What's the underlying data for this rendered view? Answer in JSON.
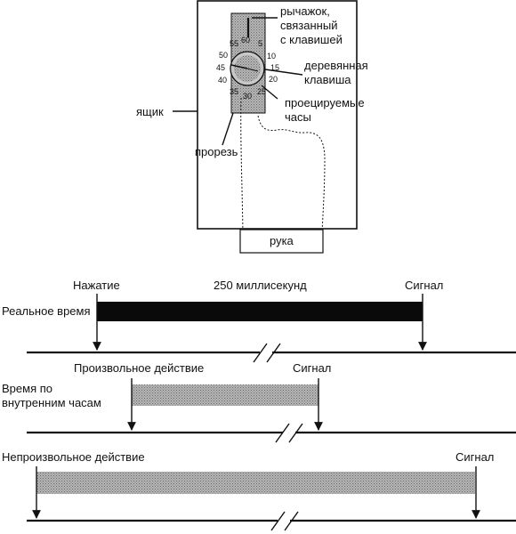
{
  "apparatus": {
    "box_label": "ящик",
    "lever_label_lines": [
      "рычажок,",
      "связанный",
      "с клавишей"
    ],
    "key_label_lines": [
      "деревянная",
      "клавиша"
    ],
    "clock_label_lines": [
      "проецируемые",
      "часы"
    ],
    "slot_label": "прорезь",
    "hand_label": "рука",
    "dial_numbers": [
      "60",
      "5",
      "10",
      "15",
      "20",
      "25",
      "30",
      "35",
      "40",
      "45",
      "50",
      "55"
    ]
  },
  "timelines": {
    "press_label": "Нажатие",
    "interval_label": "250 миллисекунд",
    "signal_label": "Сигнал",
    "real_time_label": "Реальное время",
    "voluntary_label": "Произвольное действие",
    "internal_clock_label_lines": [
      "Время по",
      "внутренним часам"
    ],
    "voluntary_signal_label": "Сигнал",
    "involuntary_label": "Непроизвольное действие",
    "involuntary_signal_label": "Сигнал"
  },
  "colors": {
    "ink": "#111111",
    "black_bar": "#0a0a0a",
    "gray_bar": "#9a9a9a",
    "slot_fill": "#d2d2d2"
  }
}
